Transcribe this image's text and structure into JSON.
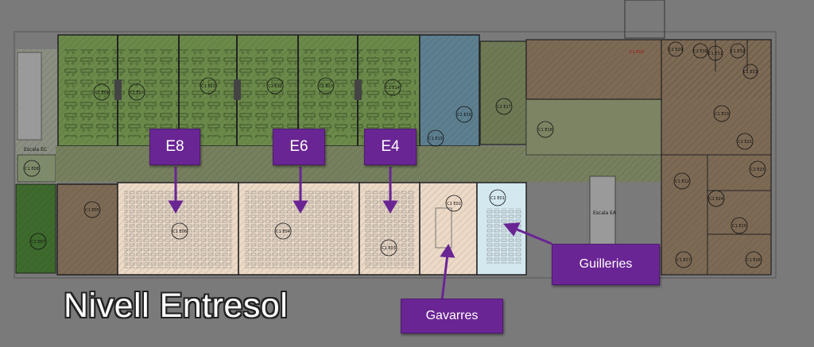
{
  "title": "Nivell Entresol",
  "callouts": {
    "e8": "E8",
    "e6": "E6",
    "e4": "E4",
    "guilleries": "Guilleries",
    "gavarres": "Gavarres"
  },
  "stairs": {
    "west": "Escala EC",
    "east": "Escala EA",
    "top_mark": "C1 E19"
  },
  "rooms": {
    "e06": "C1 E06",
    "e04": "C1 E04",
    "e03": "C1 E03",
    "e02": "C1 E02",
    "e01": "C1 E01",
    "e05": "C1 E05",
    "e07": "C1 E07",
    "e08": "C1 E08",
    "e09": "C1 E09",
    "e10": "C1 E10",
    "e11": "C1 E11",
    "e12": "C1 E12",
    "e13": "C1 E13",
    "e14": "C1 E14",
    "e15": "C1 E15",
    "e16": "C1 E16",
    "e17": "C1 E17",
    "e18": "C1 E18",
    "e20": "C1 E20",
    "e21": "C1 E21",
    "e22": "C1 E22",
    "e23": "C1 E23",
    "e24": "C1 E24",
    "e25": "C1 E25",
    "e26": "C1 E26",
    "e27": "C1 E27",
    "e29": "C1 E29",
    "e30": "C1 E30",
    "e31": "C1 E31",
    "e32": "C1 E32",
    "e33": "C1 E33"
  },
  "colors": {
    "background": "#7a7a7a",
    "computer_rooms": "#6b8a4a",
    "corridor": "#76805f",
    "lecture_rooms": "#ecd9c6",
    "service": "#5d7f8f",
    "offices": "#7d6a55",
    "seminar_room": "#d3e8ef",
    "callout": "#6a2594"
  }
}
